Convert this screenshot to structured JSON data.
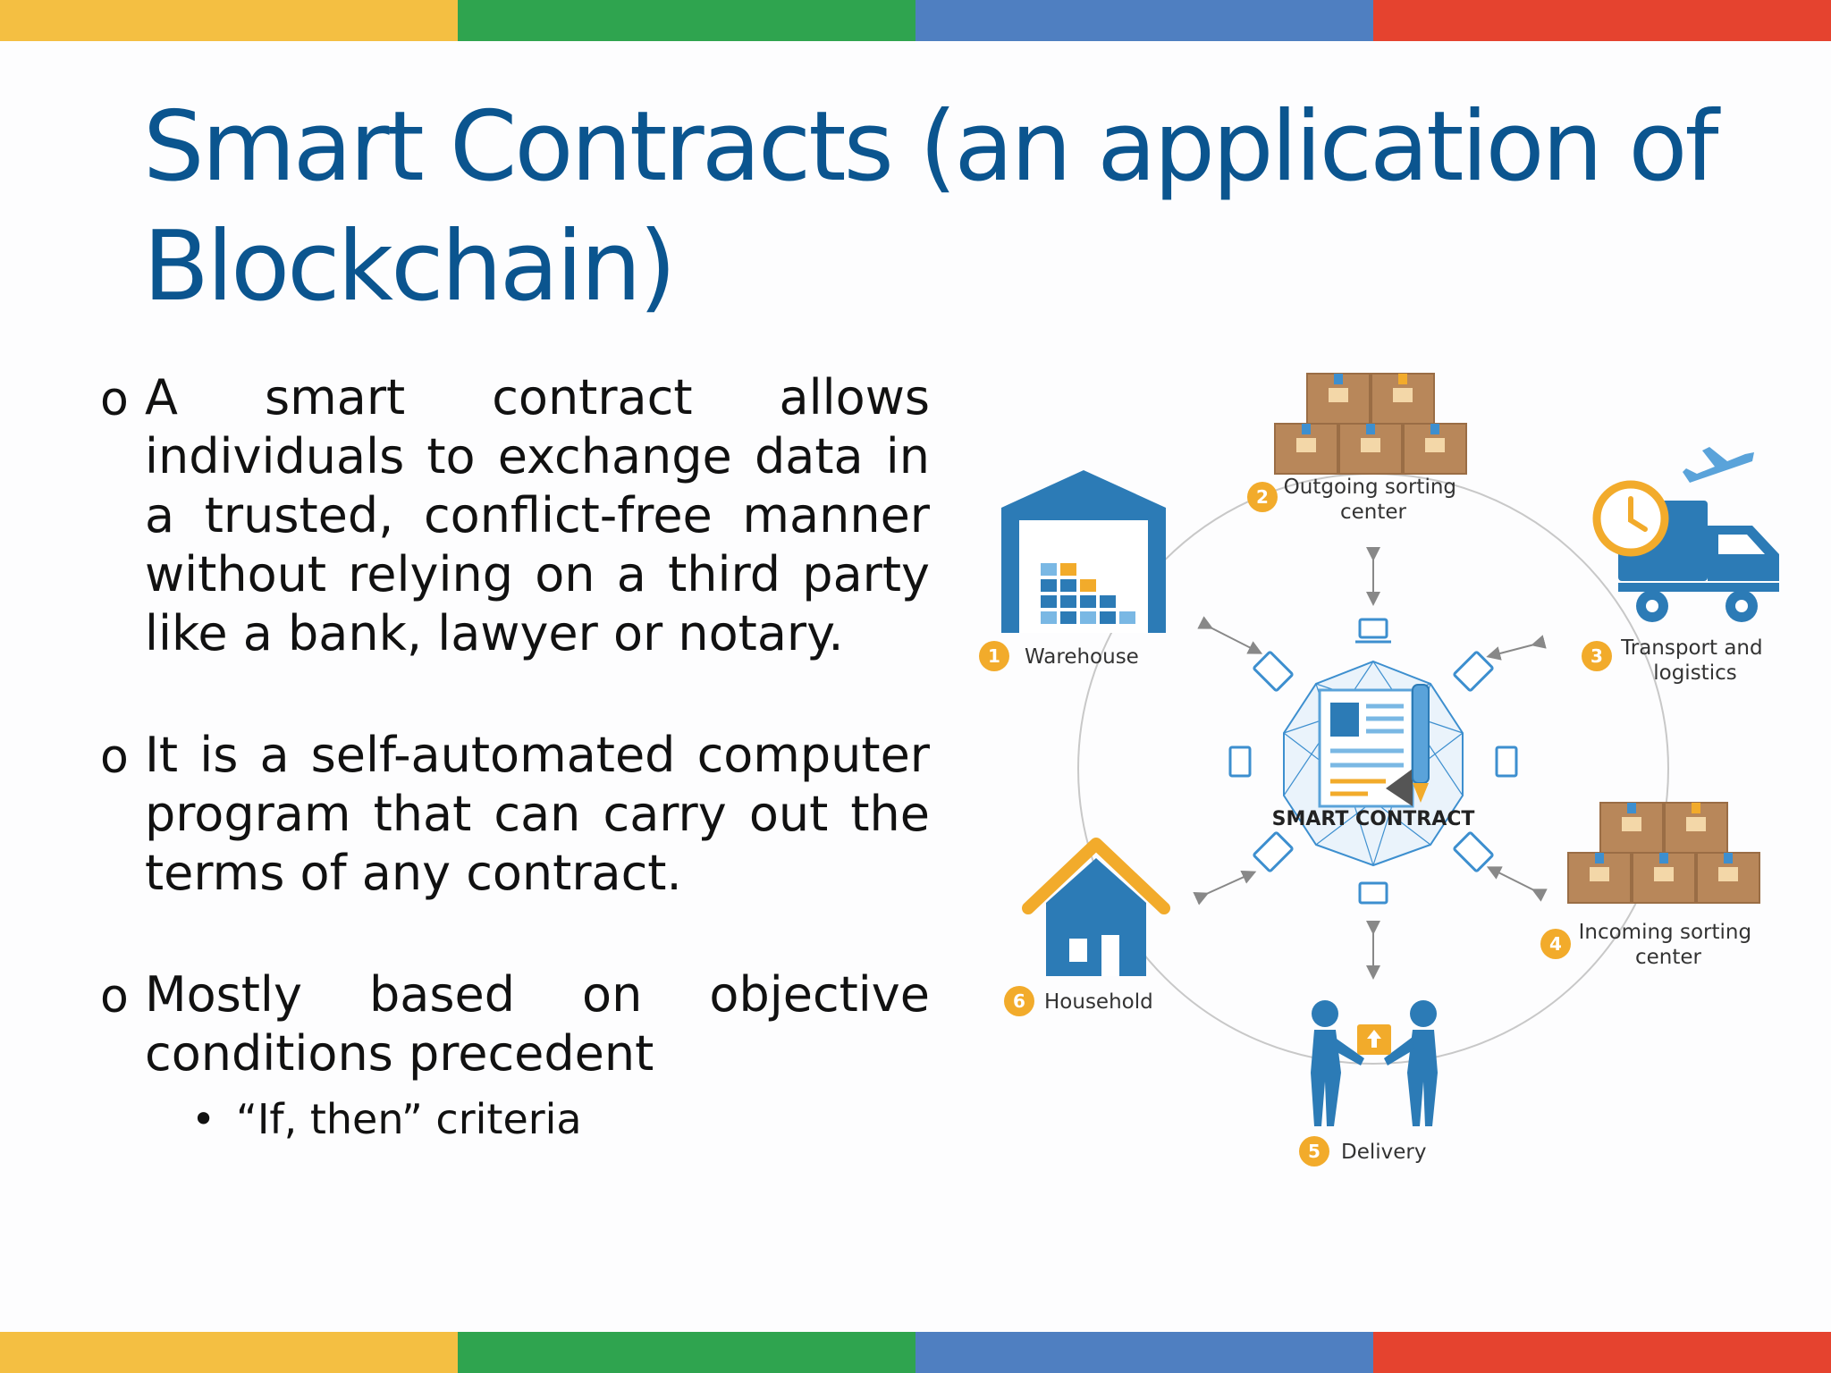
{
  "colors": {
    "band": [
      "#f4bf42",
      "#2fa44f",
      "#4f7fc1",
      "#e5432f"
    ],
    "title": "#0b558f",
    "accent_blue": "#2c7bb6",
    "accent_orange": "#f2ab2b",
    "box_brown": "#b8875a"
  },
  "title": "Smart Contracts (an application of Blockchain)",
  "bullets": [
    {
      "marker": "o",
      "text": "A smart contract allows individuals to exchange data in a trusted, conflict-free manner without relying on a third party like a bank, lawyer or notary."
    },
    {
      "marker": "o",
      "text": "It is a self-automated computer program that can carry out the terms of any contract."
    },
    {
      "marker": "o",
      "text": "Mostly based on objective conditions precedent",
      "sub": {
        "marker": "•",
        "text": "“If, then” criteria"
      }
    }
  ],
  "diagram": {
    "center_label": "SMART CONTRACT",
    "steps": [
      {
        "number": "1",
        "label_lines": [
          "Warehouse"
        ]
      },
      {
        "number": "2",
        "label_lines": [
          "Outgoing sorting",
          "center"
        ]
      },
      {
        "number": "3",
        "label_lines": [
          "Transport and",
          "logistics"
        ]
      },
      {
        "number": "4",
        "label_lines": [
          "Incoming sorting",
          "center"
        ]
      },
      {
        "number": "5",
        "label_lines": [
          "Delivery"
        ]
      },
      {
        "number": "6",
        "label_lines": [
          "Household"
        ]
      }
    ]
  }
}
